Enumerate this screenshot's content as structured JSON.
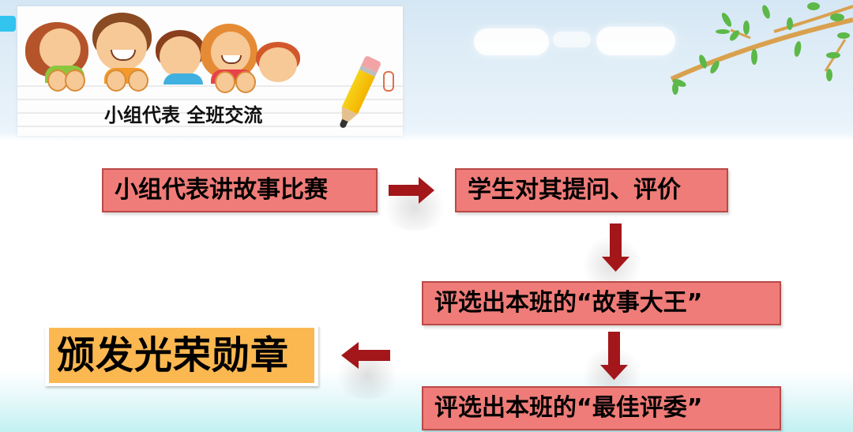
{
  "banner": {
    "title": "小组代表 全班交流",
    "illustration": "five-cartoon-children-with-pencil"
  },
  "flow": {
    "steps": [
      {
        "label": "小组代表讲故事比赛",
        "color": "#ef7c78"
      },
      {
        "label": "学生对其提问、评价",
        "color": "#ef7c78"
      },
      {
        "label": "评选出本班的“故事大王”",
        "color": "#ef7c78"
      },
      {
        "label": "评选出本班的“最佳评委”",
        "color": "#ef7c78"
      }
    ],
    "result": {
      "label": "颁发光荣勋章",
      "color": "#fbb851"
    },
    "arrow_color": "#a3161a",
    "arrows": [
      "arrow-right",
      "arrow-down",
      "arrow-down",
      "arrow-left"
    ]
  }
}
